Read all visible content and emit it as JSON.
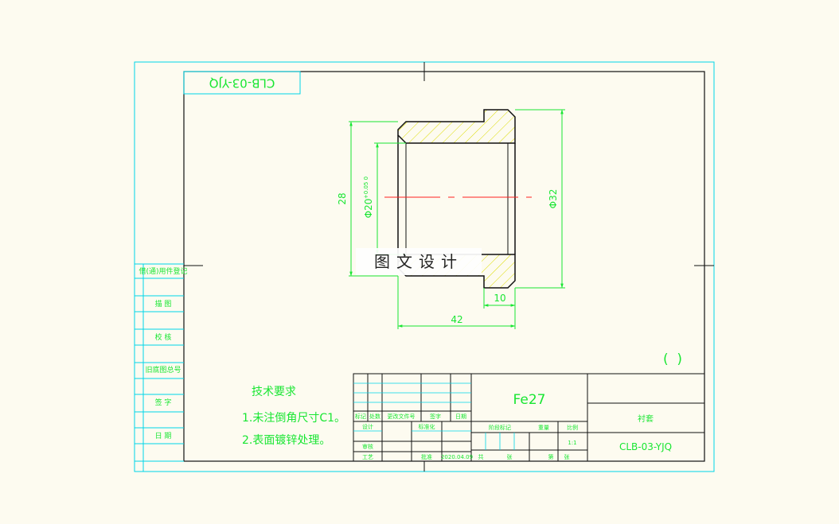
{
  "drawing_number_top": "CLB-03-YJQ",
  "dimensions": {
    "length": "28",
    "bore": "Φ20",
    "bore_tolerance": "+0.05 0",
    "outer_diameter": "Φ32",
    "flange_width": "10",
    "overall_width": "42"
  },
  "watermark": "图文设计",
  "side_labels": [
    "借(通)用件登记",
    "描 图",
    "校 核",
    "旧底图总号",
    "签 字",
    "日 期"
  ],
  "tech": {
    "title": "技术要求",
    "note1": "1.未注倒角尺寸C1。",
    "note2": "2.表面镀锌处理。"
  },
  "title_block": {
    "material": "Fe27",
    "part_name": "衬套",
    "drawing_number": "CLB-03-YJQ",
    "scale": "1:1",
    "date": "2020.04.09",
    "parenthesis": "(  )",
    "cells": {
      "biaoji": "标记",
      "chushu": "处数",
      "fenqu": "更改文件号",
      "qianzi": "签字",
      "riqi": "日期",
      "sheji": "设计",
      "biaozhunhua": "标准化",
      "shenhe": "审核",
      "gongyi": "工艺",
      "pizhun": "批准",
      "jieduan": "阶段标记",
      "zhongliang": "重量",
      "bili": "比例",
      "gong": "共",
      "zhang1": "张",
      "di": "第",
      "zhang2": "张"
    }
  },
  "colors": {
    "background": "#fdfbf0",
    "outer_frame": "#00d6e8",
    "line": "#101010",
    "dimension": "#19e632",
    "hatch": "#dcdc00",
    "centerline": "#ff2020"
  }
}
